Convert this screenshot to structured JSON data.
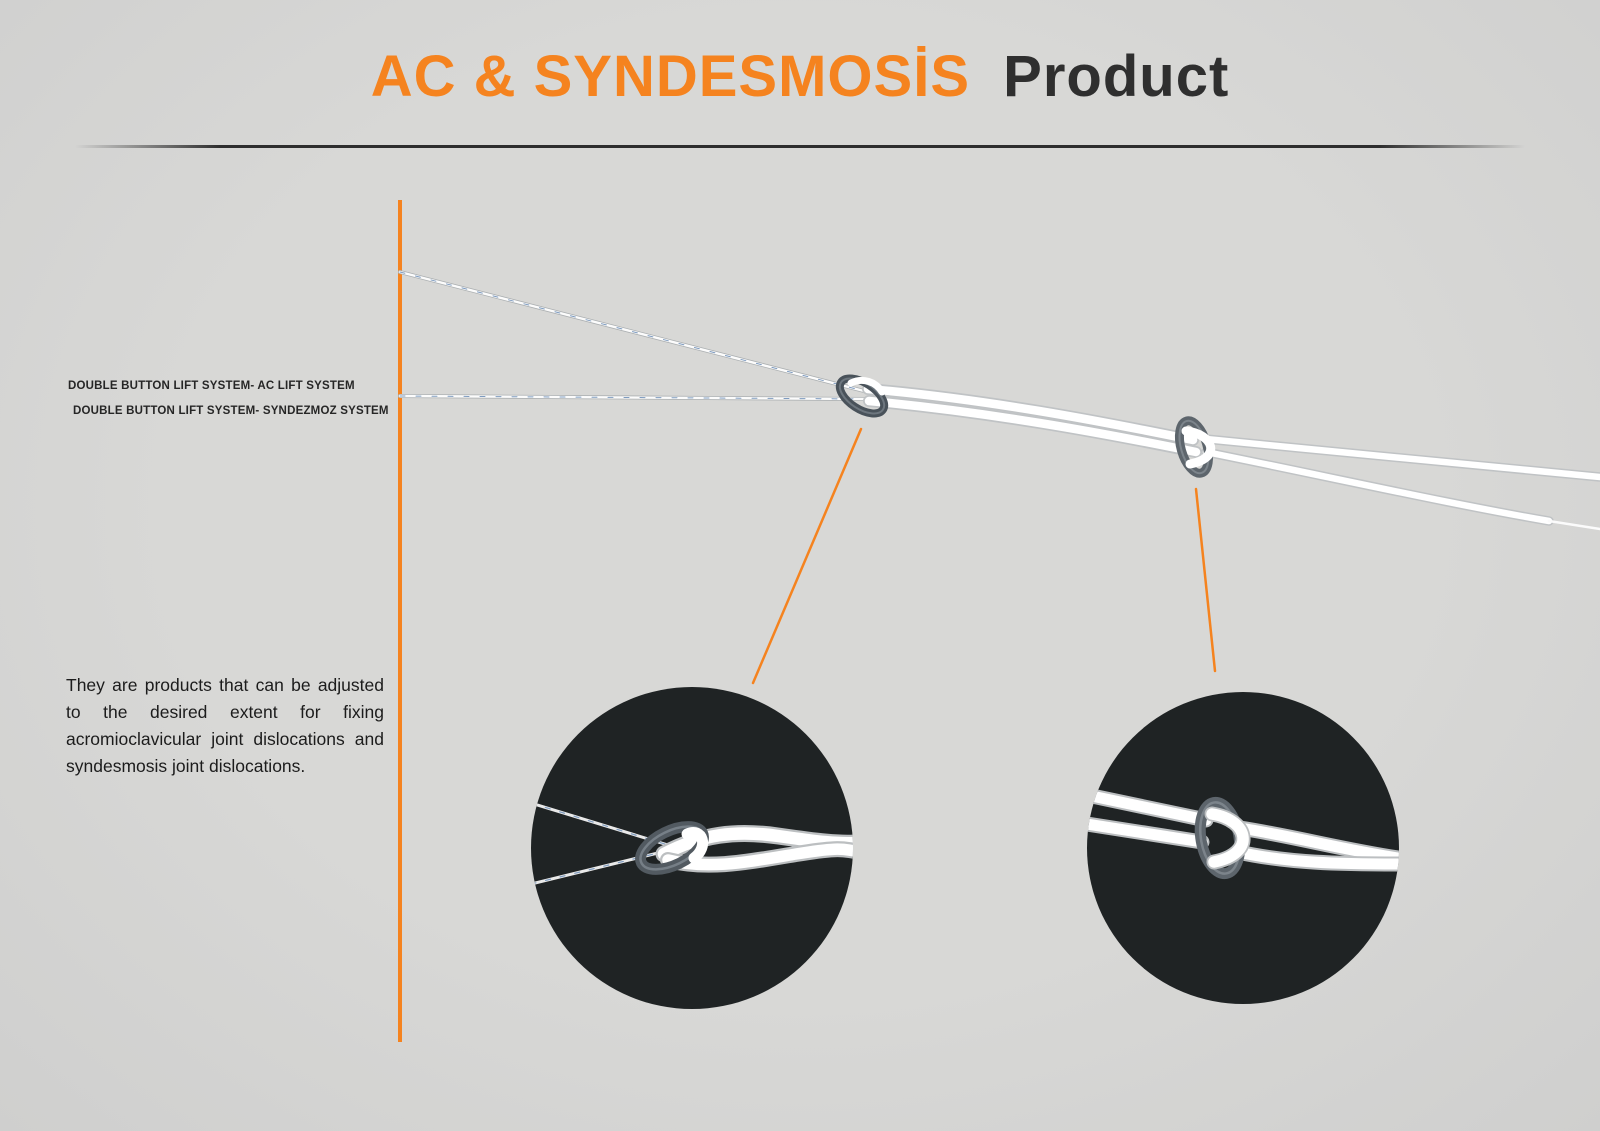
{
  "header": {
    "title_highlight": "AC & SYNDESMOSİS",
    "title_rest": "Product"
  },
  "sidebar": {
    "system_labels": [
      "DOUBLE BUTTON LIFT SYSTEM- AC LIFT SYSTEM",
      "DOUBLE BUTTON LIFT SYSTEM- SYNDEZMOZ SYSTEM"
    ],
    "description": "They are products that can be adjusted to the desired extent for fixing acromioclavicular joint dislocations and syndesmosis joint dislocations."
  },
  "colors": {
    "accent_orange": "#F5831F",
    "title_dark": "#2F2F2F",
    "background": "#D6D6D4",
    "zoom_circle_bg": "#1F2324",
    "rope_white": "#FFFFFF",
    "button_metal": "#525A61"
  }
}
